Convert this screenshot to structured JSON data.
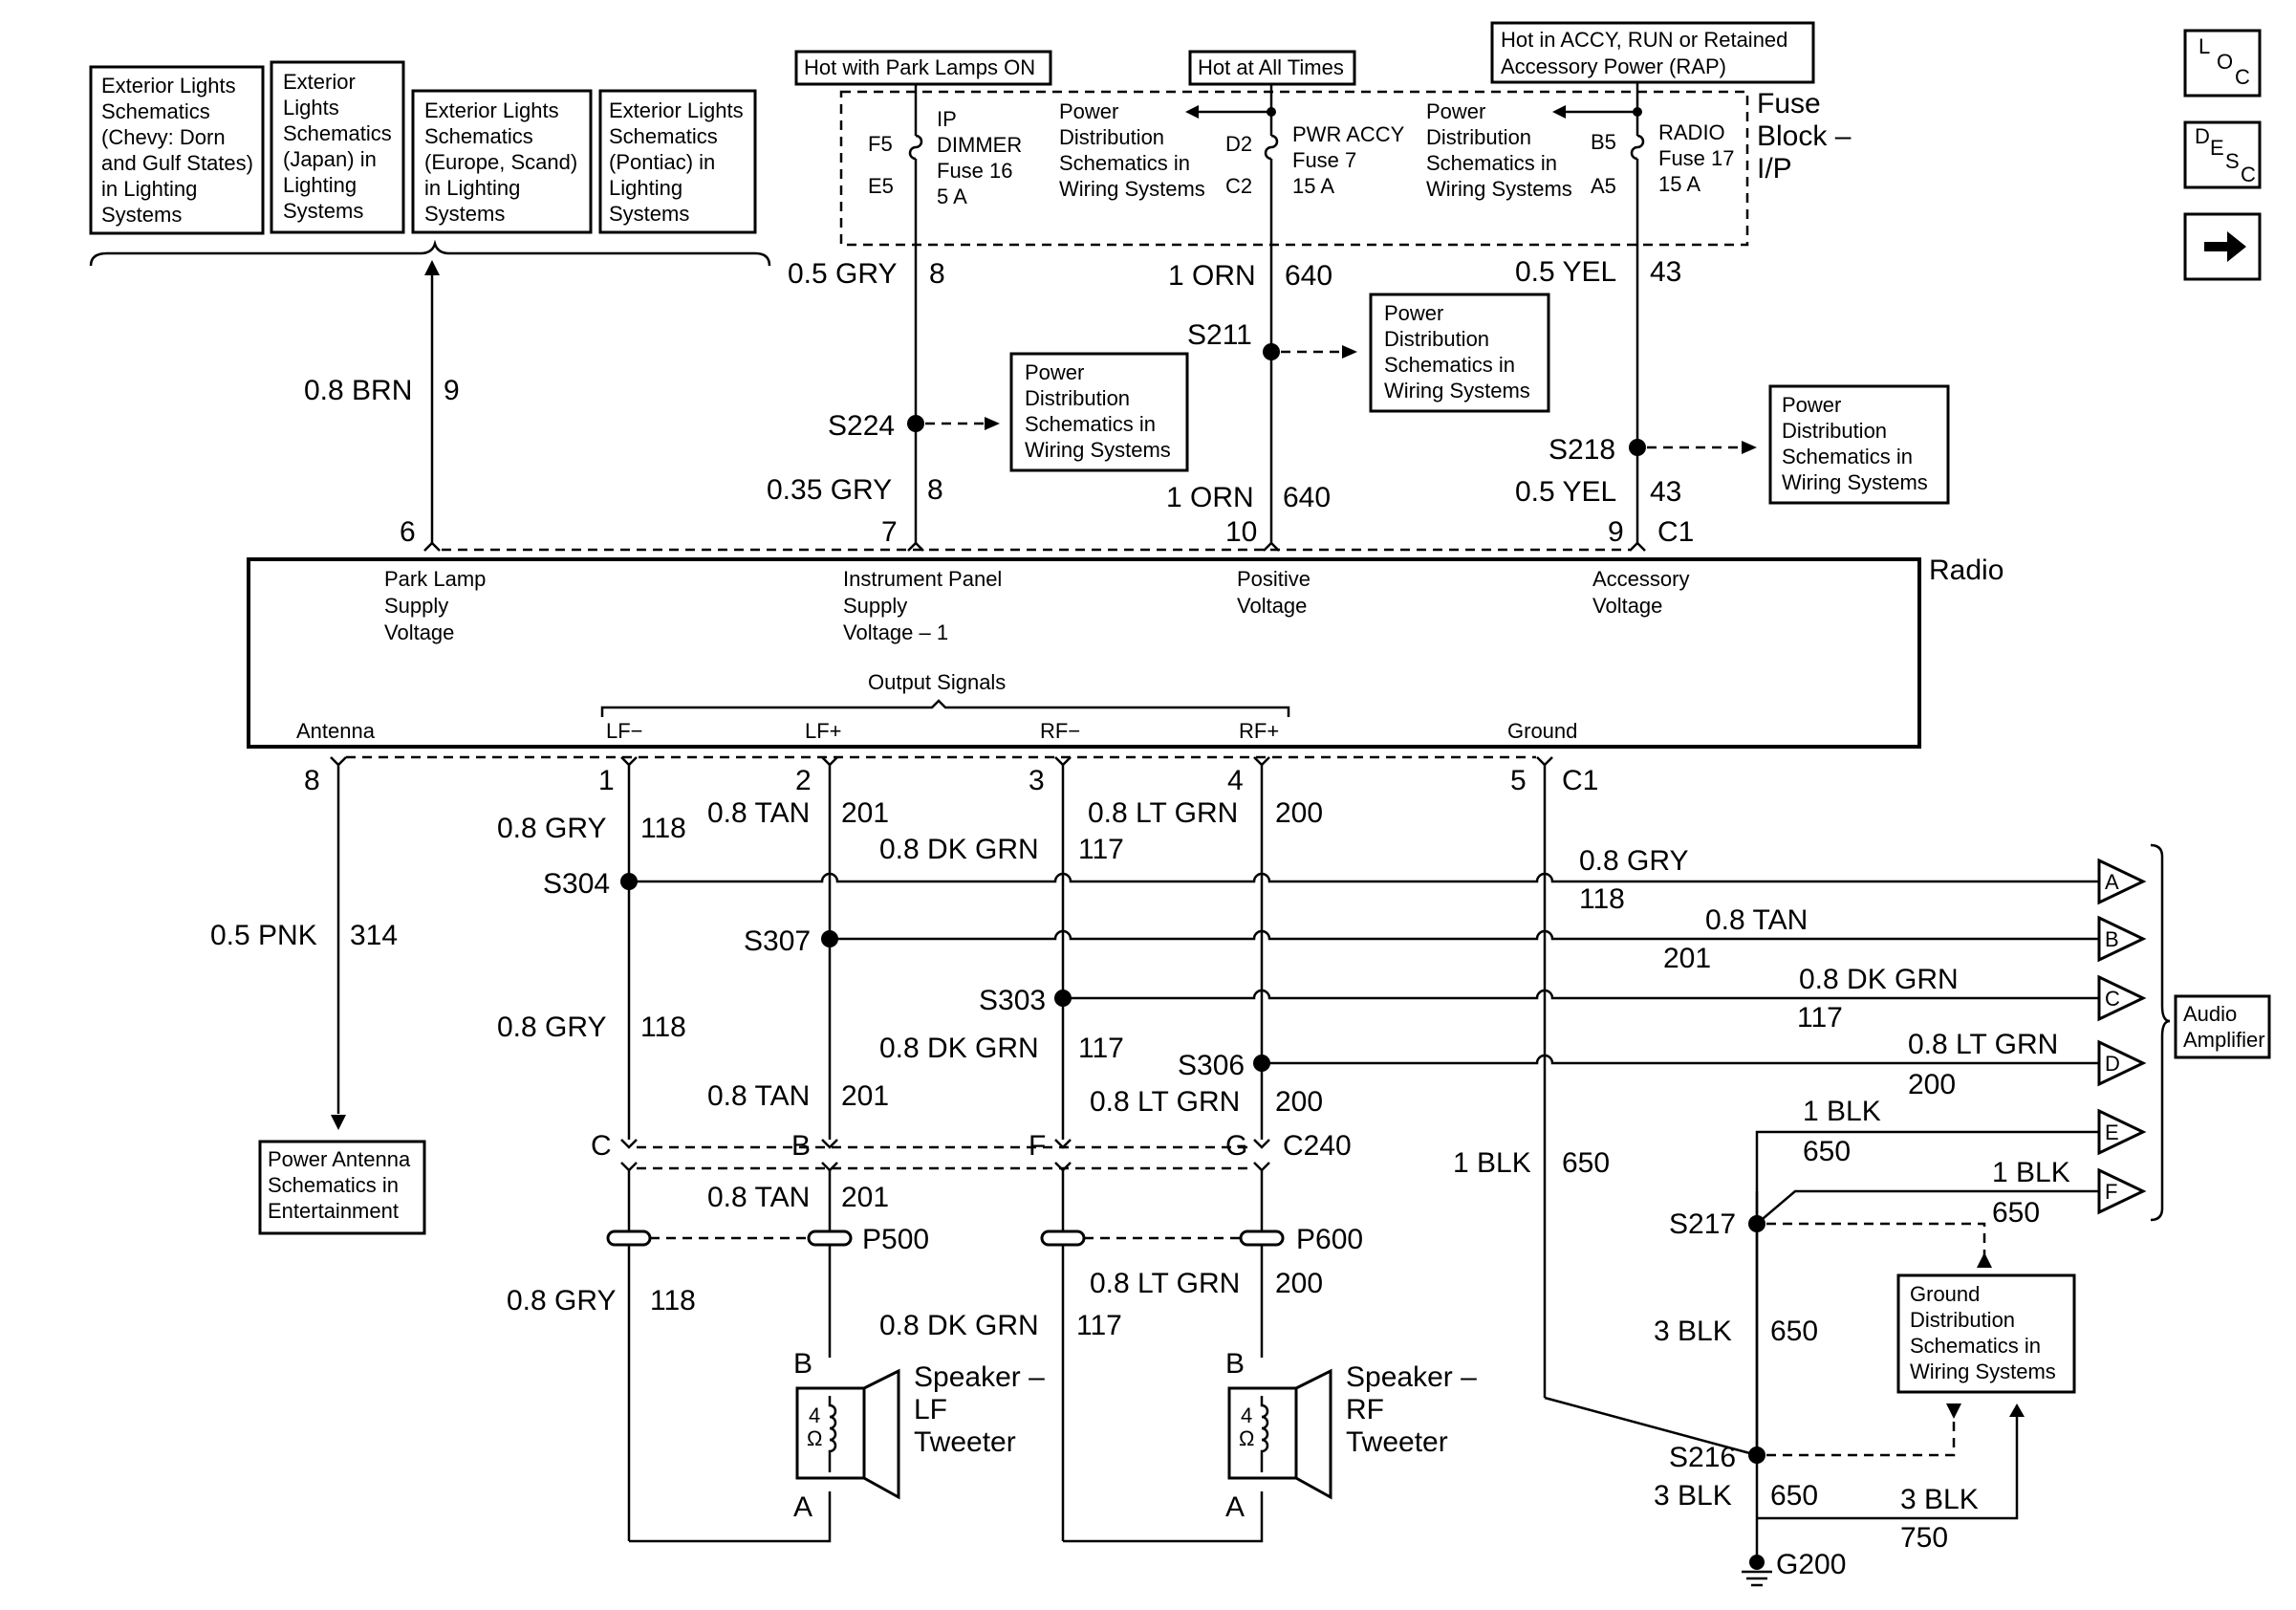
{
  "side_icons": {
    "loc": "LOC",
    "desc": "DESC",
    "next": "arrow-right-icon"
  },
  "ref_boxes": {
    "ext_chevy": [
      "Exterior Lights",
      "Schematics",
      "(Chevy: Dorn",
      "and Gulf States)",
      "in Lighting",
      "Systems"
    ],
    "ext_japan": [
      "Exterior",
      "Lights",
      "Schematics",
      "(Japan) in",
      "Lighting",
      "Systems"
    ],
    "ext_europe": [
      "Exterior Lights",
      "Schematics",
      "(Europe, Scand)",
      "in Lighting",
      "Systems"
    ],
    "ext_pontiac": [
      "Exterior Lights",
      "Schematics",
      "(Pontiac) in",
      "Lighting",
      "Systems"
    ],
    "pd_s224": [
      "Power",
      "Distribution",
      "Schematics in",
      "Wiring Systems"
    ],
    "pd_s211": [
      "Power",
      "Distribution",
      "Schematics in",
      "Wiring Systems"
    ],
    "pd_s218": [
      "Power",
      "Distribution",
      "Schematics in",
      "Wiring Systems"
    ],
    "power_antenna": [
      "Power Antenna",
      "Schematics in",
      "Entertainment"
    ],
    "ground_dist": [
      "Ground",
      "Distribution",
      "Schematics in",
      "Wiring Systems"
    ],
    "audio_amp": [
      "Audio",
      "Amplifier"
    ]
  },
  "hot_labels": {
    "park": "Hot with Park Lamps ON",
    "all": "Hot at All Times",
    "accy": [
      "Hot in ACCY, RUN or Retained",
      "Accessory Power (RAP)"
    ]
  },
  "fuse_block": {
    "title": [
      "Fuse",
      "Block –",
      "I/P"
    ],
    "fuse1": {
      "name": [
        "IP",
        "DIMMER",
        "Fuse 16",
        "5 A"
      ],
      "top": "F5",
      "bottom": "E5"
    },
    "fuse2": {
      "name": [
        "PWR ACCY",
        "Fuse 7",
        "15 A"
      ],
      "top": "D2",
      "bottom": "C2"
    },
    "fuse3": {
      "name": [
        "RADIO",
        "Fuse 17",
        "15 A"
      ],
      "top": "B5",
      "bottom": "A5"
    },
    "pd1": [
      "Power",
      "Distribution",
      "Schematics in",
      "Wiring Systems"
    ],
    "pd2": [
      "Power",
      "Distribution",
      "Schematics in",
      "Wiring Systems"
    ]
  },
  "radio": {
    "name": "Radio",
    "inputs": [
      {
        "pin": "6",
        "label": [
          "Park Lamp",
          "Supply",
          "Voltage"
        ]
      },
      {
        "pin": "7",
        "label": [
          "Instrument Panel",
          "Supply",
          "Voltage – 1"
        ]
      },
      {
        "pin": "10",
        "label": [
          "Positive",
          "Voltage"
        ]
      },
      {
        "pin": "9",
        "label": [
          "Accessory",
          "Voltage"
        ]
      }
    ],
    "input_connector": "C1",
    "output_signals": "Output Signals",
    "outputs": [
      {
        "pin": "8",
        "label": "Antenna"
      },
      {
        "pin": "1",
        "label": "LF−"
      },
      {
        "pin": "2",
        "label": "LF+"
      },
      {
        "pin": "3",
        "label": "RF−"
      },
      {
        "pin": "4",
        "label": "RF+"
      },
      {
        "pin": "5",
        "label": "Ground"
      }
    ],
    "output_connector": "C1"
  },
  "wires": {
    "w_brn": {
      "gauge": "0.8 BRN",
      "circuit": "9"
    },
    "w_gry_top": {
      "gauge": "0.5 GRY",
      "circuit": "8"
    },
    "w_gry_035": {
      "gauge": "0.35 GRY",
      "circuit": "8"
    },
    "w_orn_top": {
      "gauge": "1 ORN",
      "circuit": "640"
    },
    "w_orn_bot": {
      "gauge": "1 ORN",
      "circuit": "640"
    },
    "w_yel_top": {
      "gauge": "0.5 YEL",
      "circuit": "43"
    },
    "w_yel_bot": {
      "gauge": "0.5 YEL",
      "circuit": "43"
    },
    "w_pnk": {
      "gauge": "0.5 PNK",
      "circuit": "314"
    },
    "w_gry1": {
      "gauge": "0.8 GRY",
      "circuit": "118"
    },
    "w_tan1": {
      "gauge": "0.8 TAN",
      "circuit": "201"
    },
    "w_dkgrn1": {
      "gauge": "0.8 DK GRN",
      "circuit": "117"
    },
    "w_ltgrn1": {
      "gauge": "0.8 LT GRN",
      "circuit": "200"
    },
    "w_gry2": {
      "gauge": "0.8 GRY",
      "circuit": "118"
    },
    "w_dkgrn2": {
      "gauge": "0.8 DK GRN",
      "circuit": "117"
    },
    "w_tan2": {
      "gauge": "0.8 TAN",
      "circuit": "201"
    },
    "w_ltgrn2": {
      "gauge": "0.8 LT GRN",
      "circuit": "200"
    },
    "w_tan3": {
      "gauge": "0.8 TAN",
      "circuit": "201"
    },
    "w_gry3": {
      "gauge": "0.8 GRY",
      "circuit": "118"
    },
    "w_ltgrn3": {
      "gauge": "0.8 LT GRN",
      "circuit": "200"
    },
    "w_dkgrn3": {
      "gauge": "0.8 DK GRN",
      "circuit": "117"
    },
    "w_amp_a": {
      "gauge": "0.8 GRY",
      "circuit": "118"
    },
    "w_amp_b": {
      "gauge": "0.8 TAN",
      "circuit": "201"
    },
    "w_amp_c": {
      "gauge": "0.8 DK GRN",
      "circuit": "117"
    },
    "w_amp_d": {
      "gauge": "0.8 LT GRN",
      "circuit": "200"
    },
    "w_amp_e": {
      "gauge": "1 BLK",
      "circuit": "650"
    },
    "w_amp_f": {
      "gauge": "1 BLK",
      "circuit": "650"
    },
    "w_gnd_radio": {
      "gauge": "1 BLK",
      "circuit": "650"
    },
    "w_blk_3a": {
      "gauge": "3 BLK",
      "circuit": "650"
    },
    "w_blk_3b": {
      "gauge": "3 BLK",
      "circuit": "650"
    },
    "w_blk_750": {
      "gauge": "3 BLK",
      "circuit": "750"
    }
  },
  "splices": [
    "S224",
    "S211",
    "S218",
    "S304",
    "S307",
    "S303",
    "S306",
    "S217",
    "S216"
  ],
  "connector_c240": {
    "pins": [
      "C",
      "B",
      "F",
      "G"
    ],
    "name": "C240"
  },
  "connectors": {
    "p500": "P500",
    "p600": "P600"
  },
  "amp_pins": [
    "A",
    "B",
    "C",
    "D",
    "E",
    "F"
  ],
  "speakers": {
    "lf": {
      "name": [
        "Speaker –",
        "LF",
        "Tweeter"
      ],
      "pin_top": "B",
      "pin_bottom": "A",
      "ohms": [
        "4",
        "Ω"
      ]
    },
    "rf": {
      "name": [
        "Speaker –",
        "RF",
        "Tweeter"
      ],
      "pin_top": "B",
      "pin_bottom": "A",
      "ohms": [
        "4",
        "Ω"
      ]
    }
  },
  "ground": "G200"
}
